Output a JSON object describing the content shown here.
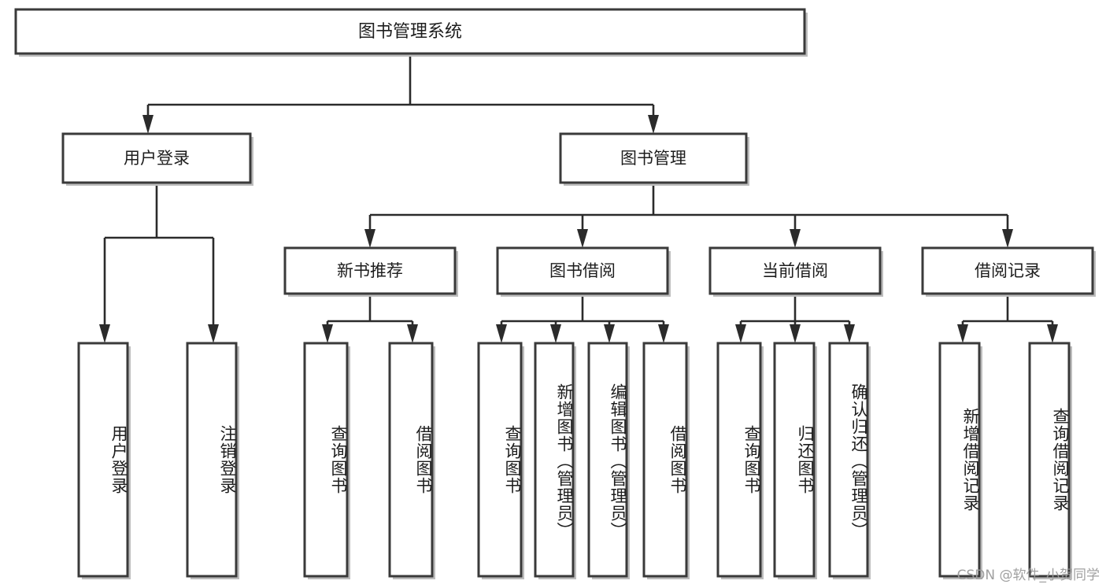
{
  "diagram": {
    "type": "tree",
    "title": "图书管理系统",
    "orientation": "top-down",
    "watermark": "CSDN @软件_小贺同学",
    "colors": {
      "box_stroke": "#3a3a3a",
      "box_fill": "#ffffff",
      "connector": "#2b2b2b",
      "shadow": "#bdbdbd",
      "text": "#1d1d1d",
      "watermark": "#9b9b9b"
    },
    "root": {
      "label": "图书管理系统"
    },
    "level2": [
      {
        "label": "用户登录"
      },
      {
        "label": "图书管理"
      }
    ],
    "level3": [
      {
        "label": "新书推荐"
      },
      {
        "label": "图书借阅"
      },
      {
        "label": "当前借阅"
      },
      {
        "label": "借阅记录"
      }
    ],
    "leaves": {
      "user_login": [
        {
          "label": "用户登录"
        },
        {
          "label": "注销登录"
        }
      ],
      "new_book": [
        {
          "label": "查询图书"
        },
        {
          "label": "借阅图书"
        }
      ],
      "book_borrow": [
        {
          "label": "查询图书"
        },
        {
          "label": "新增图书（管理员）"
        },
        {
          "label": "编辑图书（管理员）"
        },
        {
          "label": "借阅图书"
        }
      ],
      "current_borrow": [
        {
          "label": "查询图书"
        },
        {
          "label": "归还图书"
        },
        {
          "label": "确认归还（管理员）"
        }
      ],
      "borrow_record": [
        {
          "label": "新增借阅记录"
        },
        {
          "label": "查询借阅记录"
        }
      ]
    }
  }
}
